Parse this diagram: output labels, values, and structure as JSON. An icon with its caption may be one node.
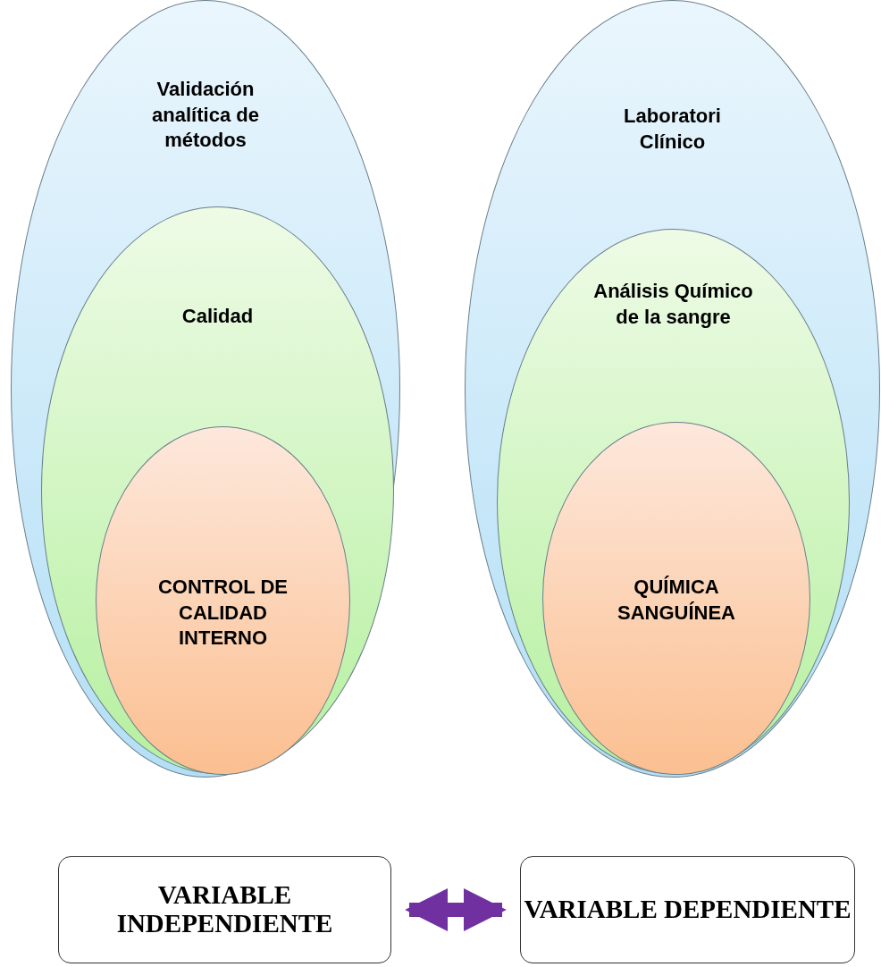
{
  "diagram": {
    "nodes": [
      {
        "text": [
          "Validación analítica de métodos"
        ]
      },
      {
        "text": [
          "Calidad"
        ],
        "in": 0
      },
      {
        "text": [
          "CONTROL DE CALIDAD INTERNO"
        ],
        "in": 1
      },
      {
        "text": [
          "Laboratori Clínico"
        ]
      },
      {
        "text": [
          "Análisis Químico de la sangre"
        ],
        "in": 3
      },
      {
        "text": [
          "QUÍMICA SANGUÍNEA"
        ],
        "in": 4
      },
      {
        "text": [
          "VARIABLE INDEPENDIENTE"
        ]
      },
      {
        "text": [
          "VARIABLE DEPENDIENTE"
        ]
      }
    ],
    "edges": [
      {
        "from": 6,
        "to": 7,
        "arrow": "both"
      }
    ]
  }
}
